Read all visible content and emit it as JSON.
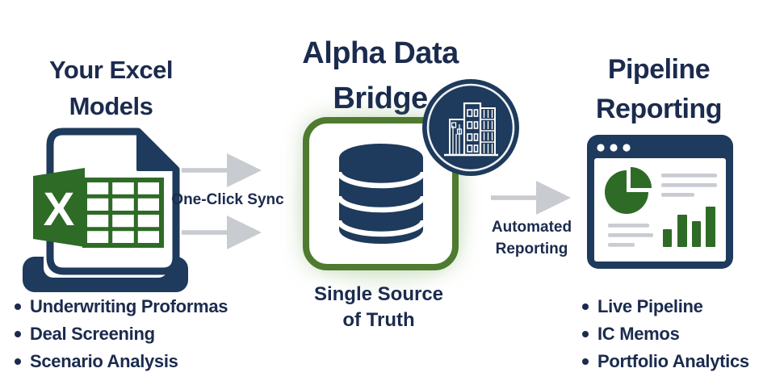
{
  "colors": {
    "navy_text": "#1b2b4e",
    "navy_icon": "#1e3a5c",
    "green": "#2e6b26",
    "green_border": "#4e7b2f",
    "arrow_gray": "#c8cbd0",
    "detail_gray": "#c9ccd2"
  },
  "left": {
    "title_lines": [
      "Your Excel",
      "Models"
    ],
    "icon": "excel-file-on-tray-icon",
    "excel_letter": "X",
    "bullets": [
      "Underwriting Proformas",
      "Deal Screening",
      "Scenario Analysis"
    ]
  },
  "center": {
    "title_lines": [
      "Alpha Data",
      "Bridge"
    ],
    "icon": "database-icon",
    "badge_icon": "building-badge-icon",
    "caption_lines": [
      "Single Source",
      "of Truth"
    ]
  },
  "connectors": {
    "sync_label": "One-Click Sync",
    "sync_icon": "arrow-right-icon",
    "automated_lines": [
      "Automated",
      "Reporting"
    ],
    "automated_icon": "arrow-right-icon"
  },
  "right": {
    "title_lines": [
      "Pipeline",
      "Reporting"
    ],
    "icon": "dashboard-window-icon",
    "bullets": [
      "Live Pipeline",
      "IC Memos",
      "Portfolio Analytics"
    ]
  }
}
